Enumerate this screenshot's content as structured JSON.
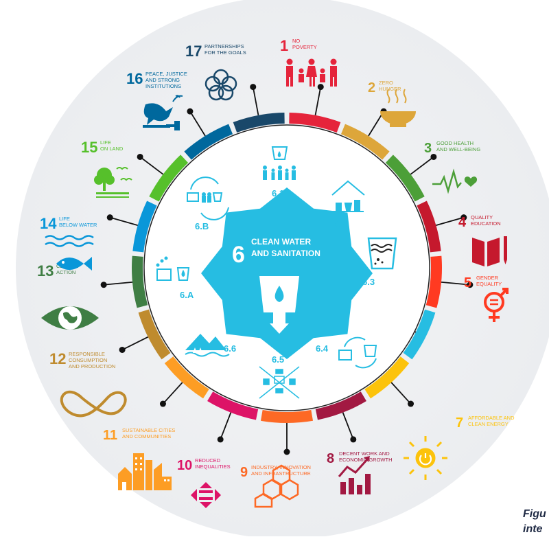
{
  "center": {
    "number": "6",
    "title_line1": "CLEAN WATER",
    "title_line2": "AND SANITATION",
    "color": "#26bde2"
  },
  "targets": [
    "6.1",
    "6.2",
    "6.3",
    "6.4",
    "6.5",
    "6.6",
    "6.A",
    "6.B"
  ],
  "goals": [
    {
      "num": "1",
      "lines": [
        "NO",
        "POVERTY"
      ],
      "color": "#e5243b",
      "icon": "people-family-icon"
    },
    {
      "num": "2",
      "lines": [
        "ZERO",
        "HUNGER"
      ],
      "color": "#dda63a",
      "icon": "bowl-icon"
    },
    {
      "num": "3",
      "lines": [
        "GOOD HEALTH",
        "AND WELL-BEING"
      ],
      "color": "#4c9f38",
      "icon": "heartbeat-icon"
    },
    {
      "num": "4",
      "lines": [
        "QUALITY",
        "EDUCATION"
      ],
      "color": "#c5192d",
      "icon": "book-pencil-icon"
    },
    {
      "num": "5",
      "lines": [
        "GENDER",
        "EQUALITY"
      ],
      "color": "#ff3a21",
      "icon": "gender-equality-icon"
    },
    {
      "num": "7",
      "lines": [
        "AFFORDABLE AND",
        "CLEAN ENERGY"
      ],
      "color": "#fcc30b",
      "icon": "sun-power-icon"
    },
    {
      "num": "8",
      "lines": [
        "DECENT WORK AND",
        "ECONOMIC GROWTH"
      ],
      "color": "#a21942",
      "icon": "growth-chart-icon"
    },
    {
      "num": "9",
      "lines": [
        "INDUSTRY, INNOVATION",
        "AND INFRASTRUCTURE"
      ],
      "color": "#fd6925",
      "icon": "cubes-icon"
    },
    {
      "num": "10",
      "lines": [
        "REDUCED",
        "INEQUALITIES"
      ],
      "color": "#dd1367",
      "icon": "equal-arrows-icon"
    },
    {
      "num": "11",
      "lines": [
        "SUSTAINABLE CITIES",
        "AND COMMUNITIES"
      ],
      "color": "#fd9d24",
      "icon": "city-buildings-icon"
    },
    {
      "num": "12",
      "lines": [
        "RESPONSIBLE",
        "CONSUMPTION",
        "AND PRODUCTION"
      ],
      "color": "#bf8b2e",
      "icon": "infinity-loop-icon"
    },
    {
      "num": "13",
      "lines": [
        "CLIMATE",
        "ACTION"
      ],
      "color": "#3f7e44",
      "icon": "eye-globe-icon"
    },
    {
      "num": "14",
      "lines": [
        "LIFE",
        "BELOW WATER"
      ],
      "color": "#0a97d9",
      "icon": "fish-waves-icon"
    },
    {
      "num": "15",
      "lines": [
        "LIFE",
        "ON LAND"
      ],
      "color": "#56c02b",
      "icon": "tree-birds-icon"
    },
    {
      "num": "16",
      "lines": [
        "PEACE, JUSTICE",
        "AND STRONG",
        "INSTITUTIONS"
      ],
      "color": "#00689d",
      "icon": "dove-gavel-icon"
    },
    {
      "num": "17",
      "lines": [
        "PARTNERSHIPS",
        "FOR THE GOALS"
      ],
      "color": "#19486a",
      "icon": "rings-icon"
    }
  ],
  "caption": {
    "line1": "Figu",
    "line2": "inte"
  }
}
